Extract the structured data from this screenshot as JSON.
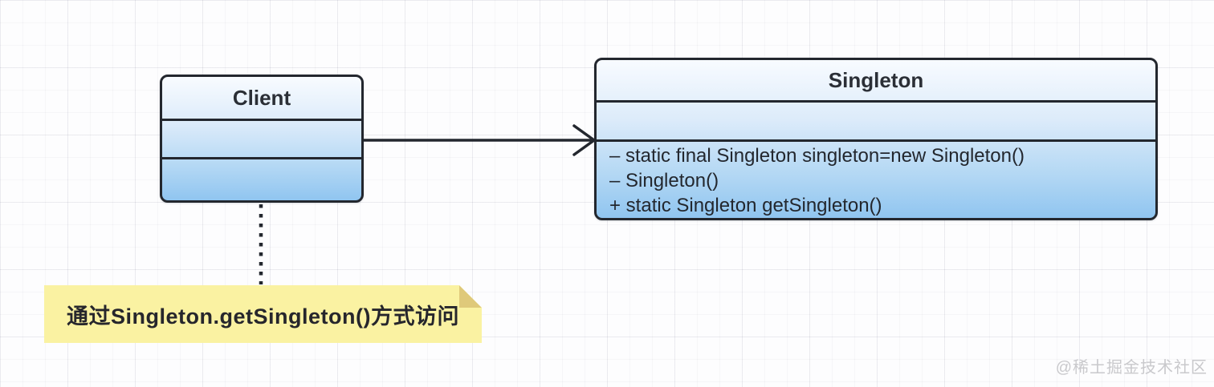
{
  "diagram": {
    "type": "uml-class-diagram",
    "client_class": {
      "title": "Client"
    },
    "singleton_class": {
      "title": "Singleton",
      "members": [
        "– static final Singleton singleton=new Singleton()",
        "– Singleton()",
        "+ static Singleton getSingleton()"
      ]
    },
    "note": {
      "text": "通过Singleton.getSingleton()方式访问"
    },
    "watermark": {
      "text": "@稀土掘金技术社区"
    },
    "colors": {
      "box_border": "#23272e",
      "box_gradient_top": "#f8fbff",
      "box_gradient_bottom": "#90c5f0",
      "connector": "#23272e",
      "note_background": "#faf2a2",
      "note_fold": "#dfc97a",
      "note_text": "#26262c",
      "watermark_text": "#c9c9cc"
    }
  }
}
